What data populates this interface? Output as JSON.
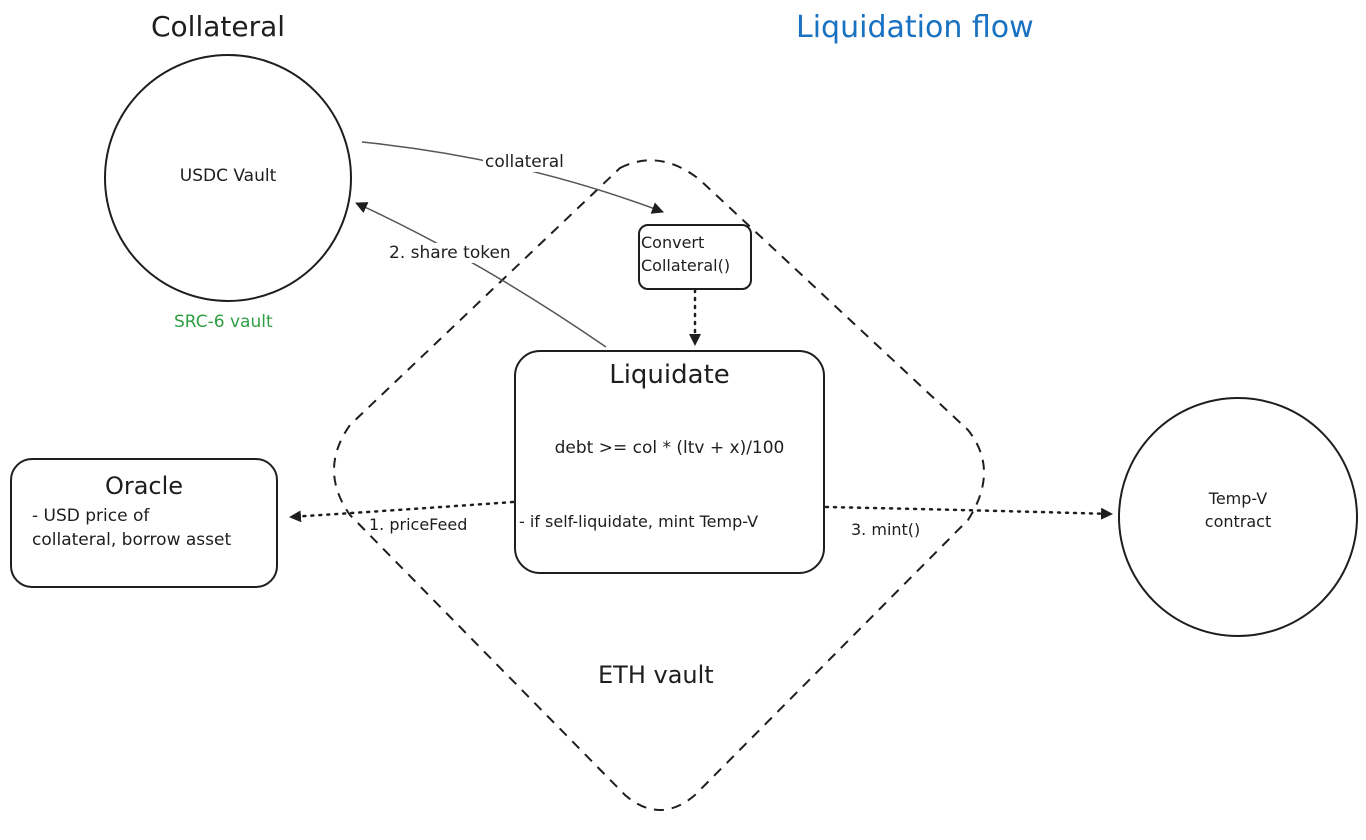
{
  "title": "Liquidation flow",
  "colors": {
    "title": "#1971c2",
    "subtitle": "#2f9e44",
    "stroke": "#1e1e1e",
    "connector": "#555555"
  },
  "collateral": {
    "heading": "Collateral",
    "vault_label": "USDC Vault",
    "sublabel": "SRC-6 vault"
  },
  "convert": {
    "line1": "Convert",
    "line2": "Collateral()"
  },
  "liquidate": {
    "heading": "Liquidate",
    "formula": "debt >= col * (ltv + x)/100",
    "note": "- if self-liquidate, mint Temp-V"
  },
  "oracle": {
    "heading": "Oracle",
    "line1": "- USD price of",
    "line2": "collateral, borrow asset"
  },
  "temp_v": {
    "line1": "Temp-V",
    "line2": "contract"
  },
  "eth_vault": {
    "label": "ETH vault"
  },
  "edges": {
    "collateral": "collateral",
    "share_token": "2. share token",
    "price_feed": "1. priceFeed",
    "mint": "3. mint()"
  }
}
